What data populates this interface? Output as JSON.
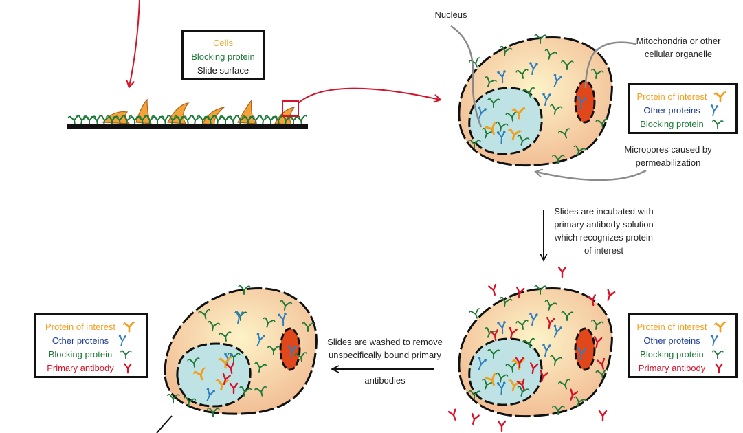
{
  "colors": {
    "cytoplasm": "#f4c9a0",
    "cytoplasm_center": "#fbeec0",
    "nucleus": "#bfe3e4",
    "organelle": "#e0471a",
    "protein_of_interest": "#f0a01f",
    "other_proteins": "#2f7fc0",
    "blocking_protein": "#1f7a3a",
    "primary_antibody": "#d4142a",
    "arrow_red": "#d4142a",
    "arrow_gray": "#8a8a8a"
  },
  "slide_legend": {
    "cells": "Cells",
    "blocking": "Blocking protein",
    "surface": "Slide surface"
  },
  "labels": {
    "nucleus": "Nucleus",
    "mito_line1": "Mitochondria or other",
    "mito_line2": "cellular organelle",
    "micro_line1": "Micropores caused by",
    "micro_line2": "permeabilization",
    "incub_line1": "Slides are incubated with",
    "incub_line2": "primary antibody solution",
    "incub_line3": "which recognizes protein",
    "incub_line4": "of interest",
    "wash_line1": "Slides are washed to remove",
    "wash_line2": "unspecifically bound primary",
    "wash_line3": "antibodies"
  },
  "legend_top": {
    "protein_of_interest": "Protein of interest",
    "other_proteins": "Other proteins",
    "blocking_protein": "Blocking protein"
  },
  "legend_right": {
    "protein_of_interest": "Protein of interest",
    "other_proteins": "Other proteins",
    "blocking_protein": "Blocking protein",
    "primary_antibody": "Primary antibody"
  },
  "legend_left": {
    "protein_of_interest": "Protein of interest",
    "other_proteins": "Other proteins",
    "blocking_protein": "Blocking protein",
    "primary_antibody": "Primary antibody"
  }
}
